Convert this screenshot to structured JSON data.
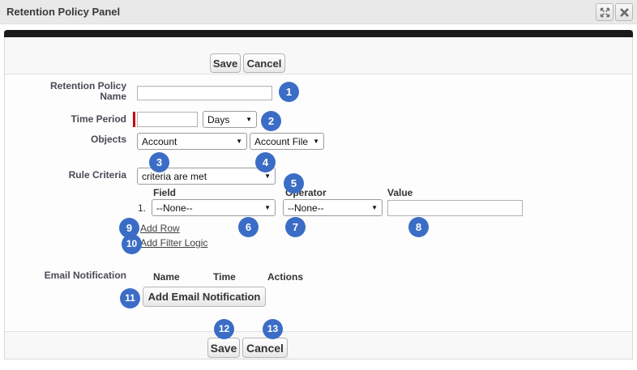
{
  "window": {
    "title": "Retention Policy Panel",
    "controls": {
      "expand": "expand",
      "close": "close"
    }
  },
  "top_actions": {
    "save_label": "Save",
    "cancel_label": "Cancel"
  },
  "form": {
    "retention_policy_name": {
      "label": "Retention Policy Name",
      "value": "",
      "placeholder": ""
    },
    "time_period": {
      "label": "Time Period",
      "value": "",
      "unit_selected": "Days",
      "required": true
    },
    "objects": {
      "label": "Objects",
      "object_selected": "Account",
      "file_object_selected": "Account File"
    },
    "rule_criteria": {
      "label": "Rule Criteria",
      "selected": "criteria are met"
    },
    "filter": {
      "headers": {
        "field": "Field",
        "operator": "Operator",
        "value": "Value"
      },
      "rows": [
        {
          "index": "1.",
          "field": "--None--",
          "operator": "--None--",
          "value": ""
        }
      ],
      "add_row_label": "Add Row",
      "add_filter_logic_label": "Add Filter Logic"
    },
    "email_notification": {
      "label": "Email Notification",
      "headers": {
        "name": "Name",
        "time": "Time",
        "actions": "Actions"
      },
      "add_button_label": "Add Email Notification"
    }
  },
  "bottom_actions": {
    "save_label": "Save",
    "cancel_label": "Cancel"
  },
  "badges": [
    "1",
    "2",
    "3",
    "4",
    "5",
    "6",
    "7",
    "8",
    "9",
    "10",
    "11",
    "12",
    "13"
  ],
  "colors": {
    "badge_blue": "#3b6dc6",
    "required_red": "#cc0000",
    "header_bar_black": "#1b1b1b",
    "titlebar_gray": "#e9e9e9",
    "section_gray": "#f8f8f8"
  }
}
